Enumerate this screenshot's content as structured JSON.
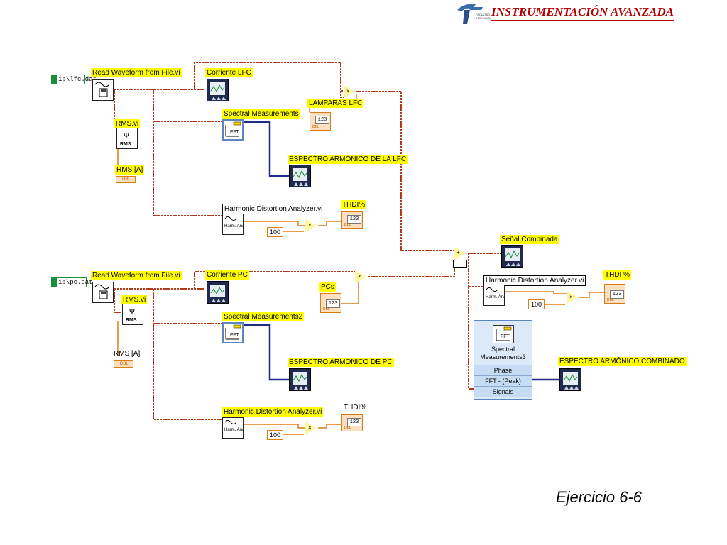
{
  "header": {
    "title": "INSTRUMENTACIÓN AVANZADA",
    "logo_icon": "faculty-logo-icon",
    "logo_text": "FACULTAD DE INGENIERÍA"
  },
  "lfc_branch": {
    "file_path": "i:\\lfc.dat",
    "read_vi": "Read Waveform from File.vi",
    "rms_vi": "RMS.vi",
    "rms_indicator": "RMS [A]",
    "current_graph": "Corriente LFC",
    "spectral_vi": "Spectral Measurements",
    "lamps_indicator": "LAMPARAS LFC",
    "spectrum_graph": "ESPECTRO ARMÓNICO DE LA LFC",
    "harmonic_vi": "Harmonic Distortion Analyzer.vi",
    "thd_indicator": "THDI%",
    "constant": "100"
  },
  "pc_branch": {
    "file_path": "i:\\pc.dat",
    "read_vi": "Read Waveform from File.vi",
    "rms_vi": "RMS.vi",
    "rms_indicator": "RMS [A]",
    "current_graph": "Corriente PC",
    "spectral_vi": "Spectral Measurements2",
    "pcs_indicator": "PCs",
    "spectrum_graph": "ESPECTRO ARMÓNICO DE PC",
    "harmonic_vi": "Harmonic Distortion Analyzer.vi",
    "thd_indicator": "THDI%",
    "constant": "100"
  },
  "combined": {
    "signal_graph": "Señal Combinada",
    "harmonic_vi": "Harmonic Distortion Analyzer.vi",
    "thd_indicator": "THDI %",
    "constant": "100",
    "spectral_vi": {
      "title": "Spectral Measurements3",
      "rows": [
        "Phase",
        "FFT - (Peak)",
        "Signals"
      ]
    },
    "spectrum_graph": "ESPECTRO ARMÓNICO COMBINADO"
  },
  "icons": {
    "fft_icon": "FFT",
    "harm_icon": "Harm. Analyz",
    "numeric_display": "123",
    "dbl_tag": "DBL",
    "rms_icon": "RMS",
    "multiply_symbol": "×",
    "add_symbol": "+"
  },
  "colors": {
    "label_bg": "#ffff00",
    "waveform_wire": "#b03a1a",
    "spectrum_wire": "#1f2a8a",
    "numeric_wire": "#e07d10",
    "header_red": "#b40000"
  },
  "caption": "Ejercicio  6-6"
}
